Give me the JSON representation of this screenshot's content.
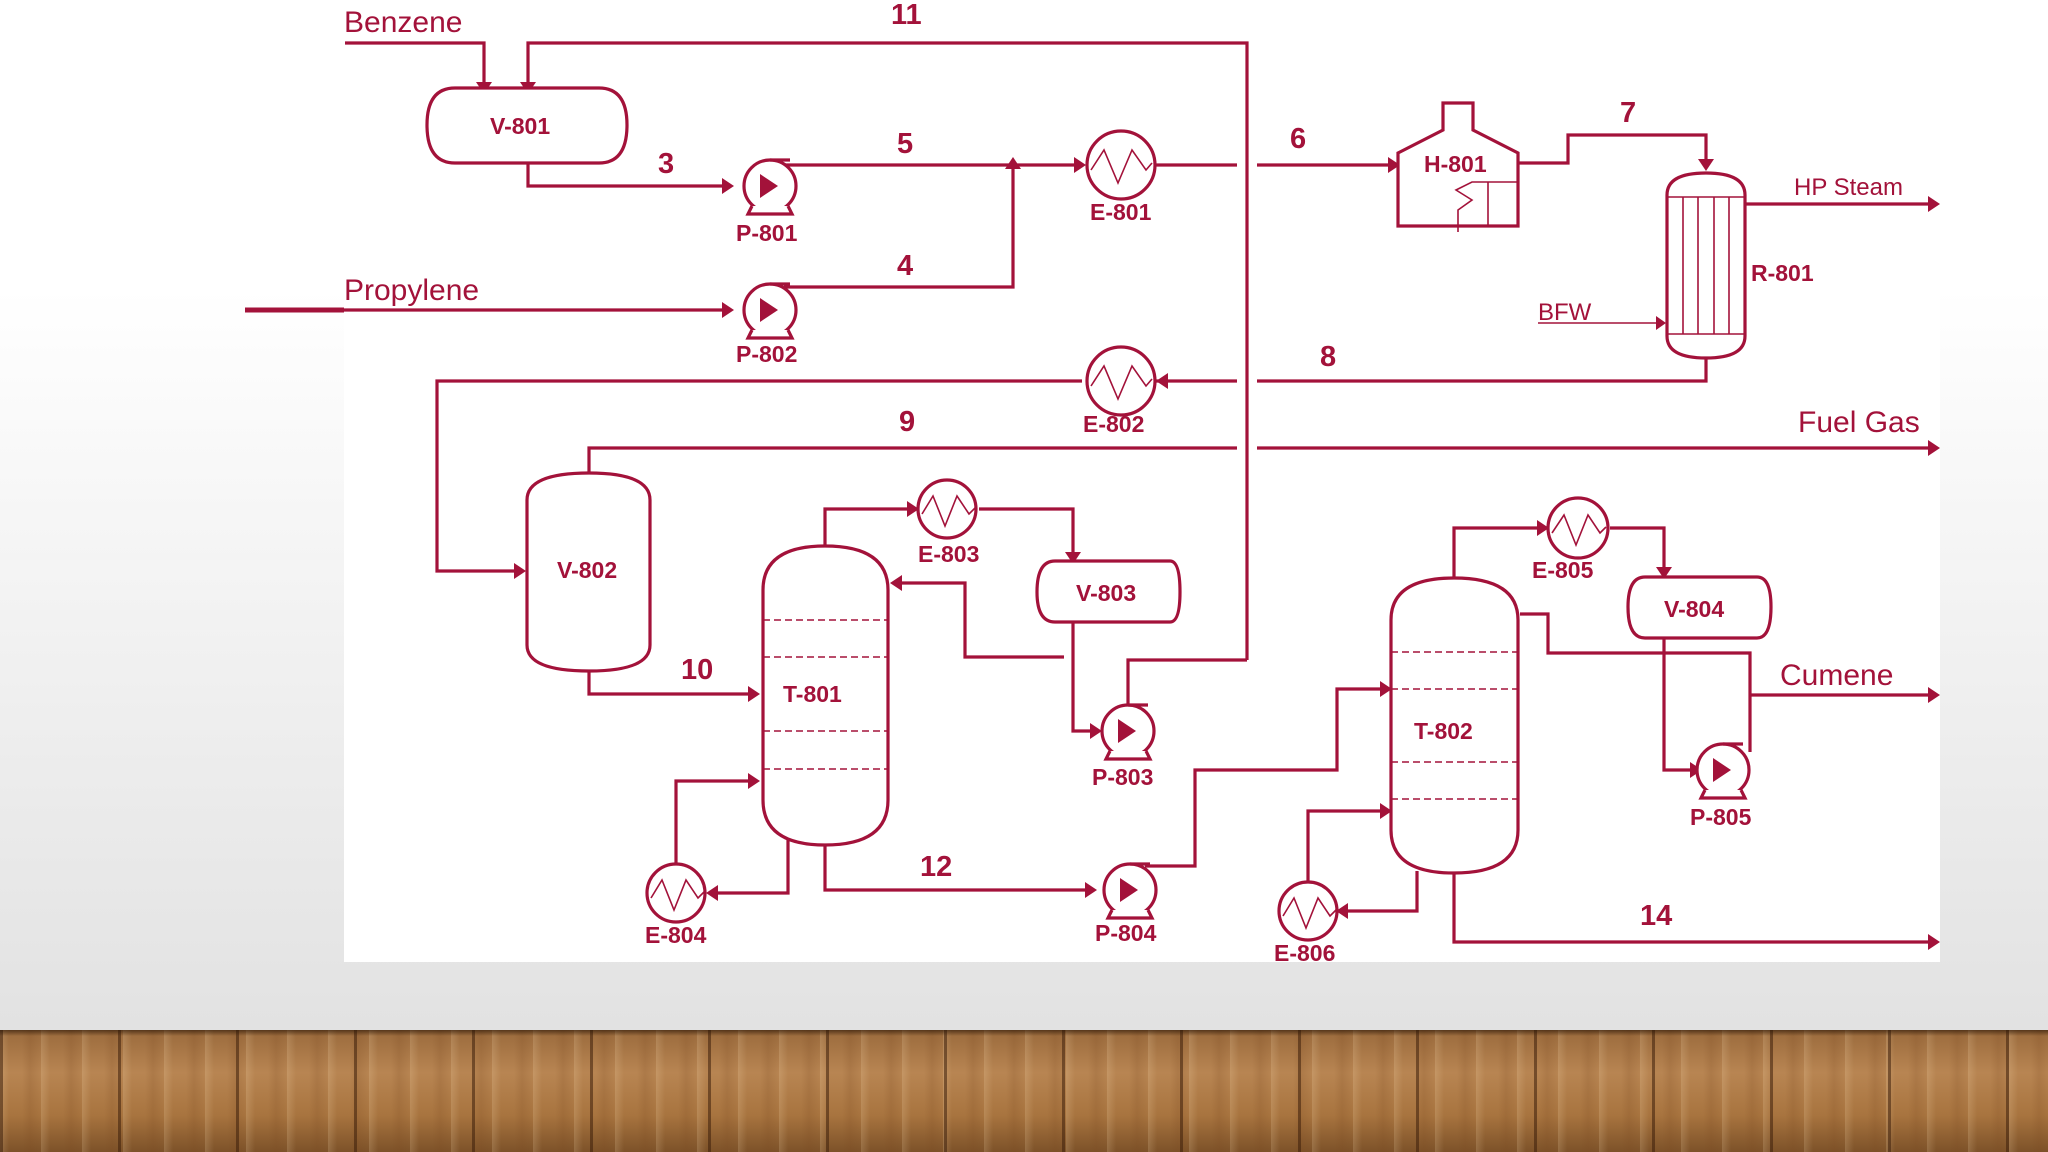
{
  "streams": {
    "benzene": "Benzene",
    "propylene": "Propylene",
    "hp_steam": "HP Steam",
    "bfw": "BFW",
    "fuel_gas": "Fuel Gas",
    "cumene": "Cumene"
  },
  "stream_numbers": [
    "3",
    "4",
    "5",
    "6",
    "7",
    "8",
    "9",
    "10",
    "11",
    "12",
    "14"
  ],
  "equipment": {
    "v801": "V-801",
    "v802": "V-802",
    "v803": "V-803",
    "v804": "V-804",
    "p801": "P-801",
    "p802": "P-802",
    "p803": "P-803",
    "p804": "P-804",
    "p805": "P-805",
    "e801": "E-801",
    "e802": "E-802",
    "e803": "E-803",
    "e804": "E-804",
    "e805": "E-805",
    "e806": "E-806",
    "h801": "H-801",
    "r801": "R-801",
    "t801": "T-801",
    "t802": "T-802"
  },
  "colors": {
    "line": "#a3123a",
    "panel": "#ffffff",
    "floor": "#a8743f"
  }
}
